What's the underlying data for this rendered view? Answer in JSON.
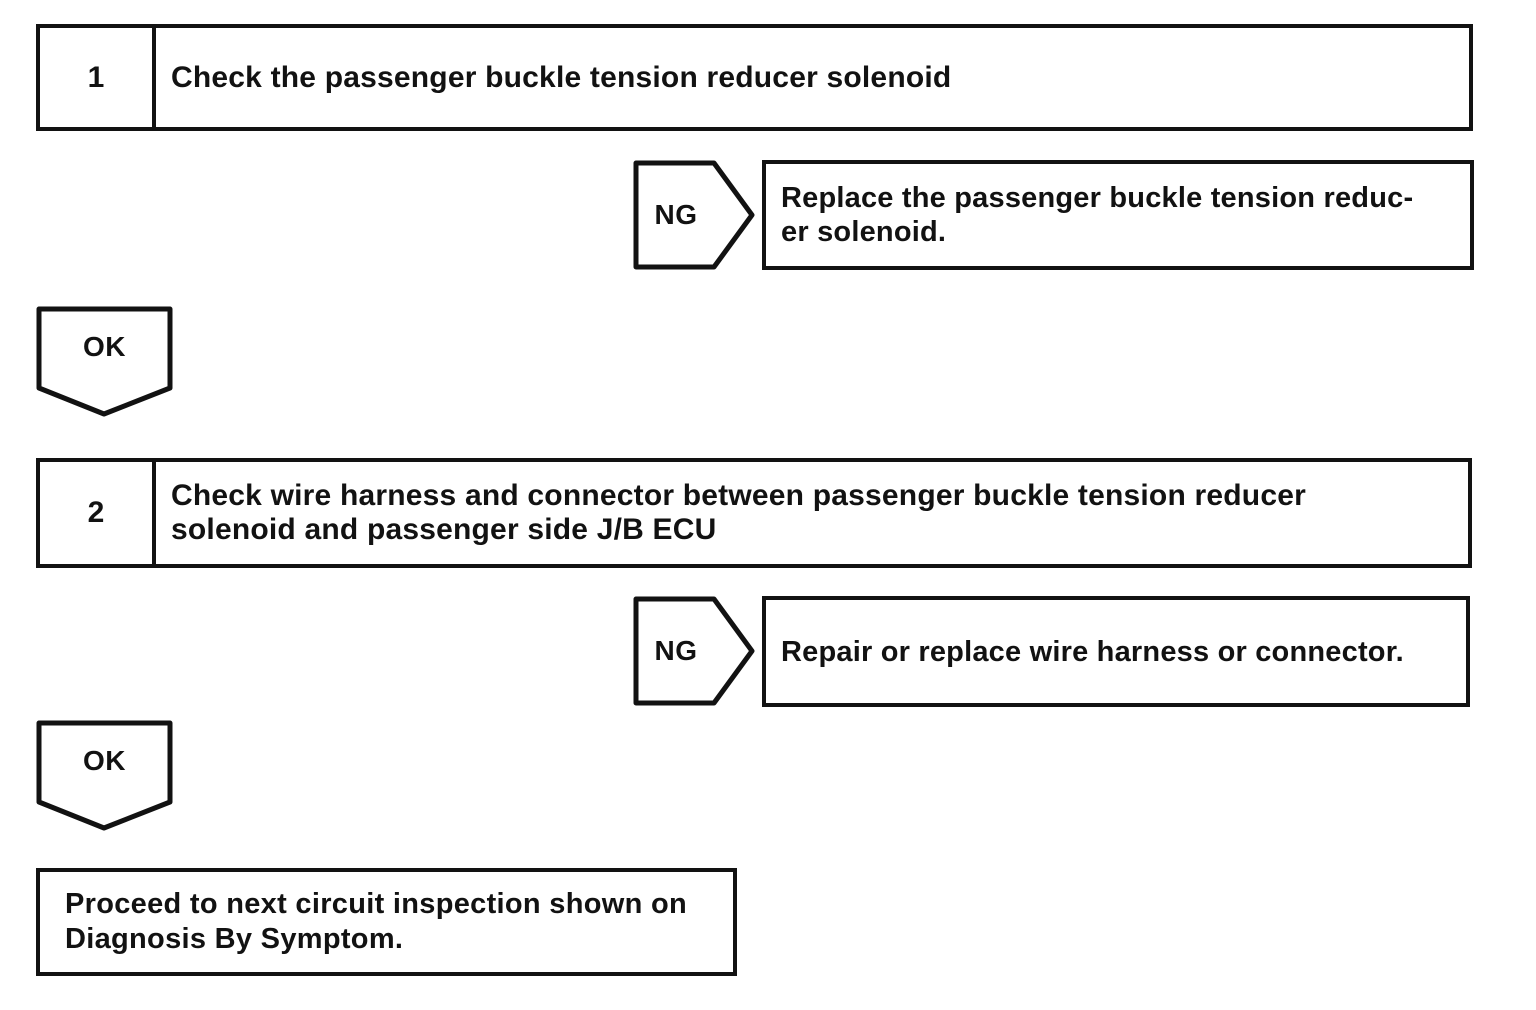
{
  "flowchart": {
    "steps": [
      {
        "number": "1",
        "instruction": "Check the passenger buckle tension reducer solenoid",
        "ng_label": "NG",
        "ng_action": "Replace the passenger buckle tension reduc-\ner solenoid.",
        "ok_label": "OK"
      },
      {
        "number": "2",
        "instruction": "Check wire harness and connector between passenger buckle tension reducer\nsolenoid and passenger side J/B ECU",
        "ng_label": "NG",
        "ng_action": "Repair or replace wire harness or connector.",
        "ok_label": "OK"
      }
    ],
    "result": "Proceed to next circuit inspection shown on\nDiagnosis By Symptom."
  },
  "colors": {
    "line": "#121212",
    "background": "#ffffff"
  }
}
